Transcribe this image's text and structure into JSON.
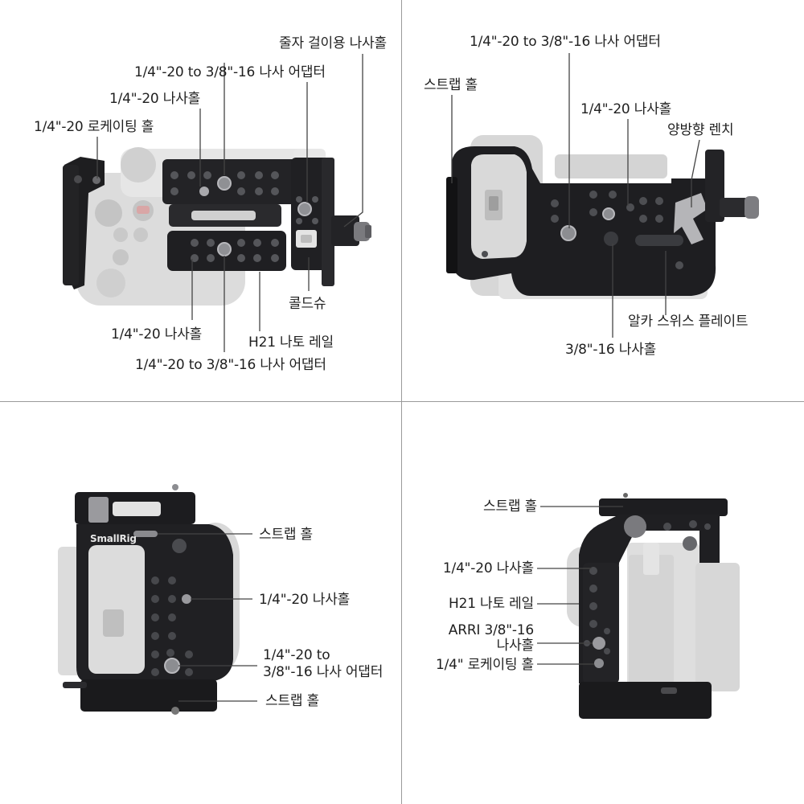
{
  "colors": {
    "background": "#ffffff",
    "divider": "#9a9a9a",
    "cage_black": "#1c1c1e",
    "cage_mid": "#2e2e31",
    "camera_gray": "#d9d9d9",
    "camera_light": "#ececec",
    "callout_line": "#444444"
  },
  "panels": {
    "top_left": {
      "labels": {
        "cable_tie_hole": "줄자 걸이용 나사홀",
        "adapter_top": "1/4\"-20 to 3/8\"-16 나사 어댑터",
        "screw_hole_top": "1/4\"-20 나사홀",
        "locating_hole": "1/4\"-20 로케이팅 홀",
        "cold_shoe": "콜드슈",
        "screw_hole_bottom": "1/4\"-20 나사홀",
        "nato_rail": "H21 나토 레일",
        "adapter_bottom": "1/4\"-20 to 3/8\"-16 나사 어댑터"
      }
    },
    "top_right": {
      "labels": {
        "adapter": "1/4\"-20 to 3/8\"-16 나사 어댑터",
        "strap_hole": "스트랩 홀",
        "screw_hole": "1/4\"-20 나사홀",
        "wrench": "양방향 렌치",
        "arca_plate": "알카 스위스 플레이트",
        "screw_hole_38": "3/8\"-16 나사홀"
      }
    },
    "bottom_left": {
      "brand": "SmallRig",
      "labels": {
        "strap_hole_top": "스트랩 홀",
        "screw_hole": "1/4\"-20 나사홀",
        "adapter_line1": "1/4\"-20 to",
        "adapter_line2": "3/8\"-16 나사 어댑터",
        "strap_hole_bottom": "스트랩 홀"
      }
    },
    "bottom_right": {
      "labels": {
        "strap_hole": "스트랩 홀",
        "screw_hole": "1/4\"-20 나사홀",
        "nato_rail": "H21 나토 레일",
        "arri_line1": "ARRI 3/8\"-16",
        "arri_line2": "나사홀",
        "locating_hole": "1/4\" 로케이팅 홀"
      }
    }
  }
}
